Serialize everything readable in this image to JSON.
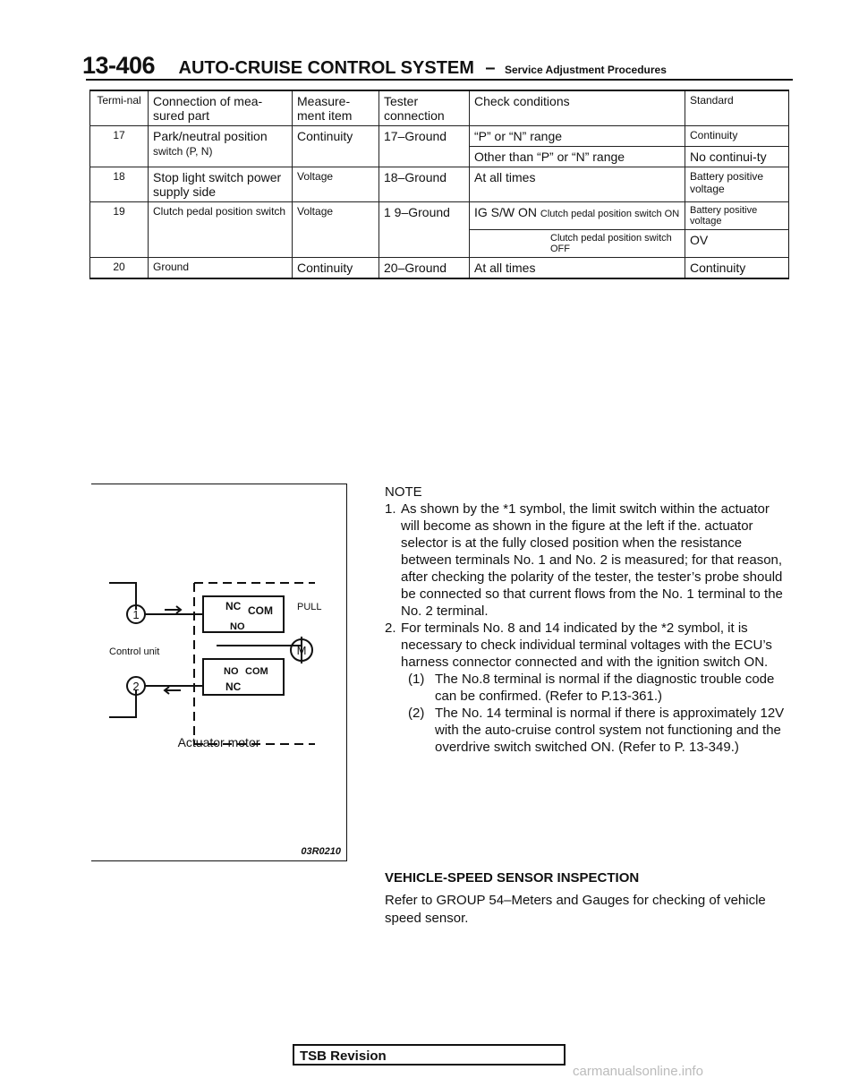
{
  "header": {
    "page_number": "13-406",
    "title": "AUTO-CRUISE CONTROL SYSTEM",
    "dash": "–",
    "subtitle": "Service Adjustment Procedures"
  },
  "table": {
    "headers": {
      "terminal": "Termi-nal",
      "part": "Connection of mea-sured part",
      "item": "Measure-ment item",
      "tester": "Tester connection",
      "conditions": "Check conditions",
      "standard": "Standard"
    },
    "rows": [
      {
        "terminal": "17",
        "part": "Park/neutral position",
        "part2": "switch (P, N)",
        "item": "Continuity",
        "tester": "17–Ground",
        "condition": "“P” or “N” range",
        "standard": "Continuity",
        "condition2": "Other than “P” or “N” range",
        "standard2": "No continui-ty"
      },
      {
        "terminal": "18",
        "part": "Stop light switch power supply side",
        "item": "Voltage",
        "tester": "18–Ground",
        "condition": "At all times",
        "standard": "Battery positive voltage"
      },
      {
        "terminal": "19",
        "part": "Clutch pedal position switch",
        "item": "Voltage",
        "tester": "1 9–Ground",
        "condition": "IG S/W ON",
        "sub_on": "Clutch pedal position switch ON",
        "standard": "Battery positive voltage",
        "sub_off": "Clutch pedal position switch OFF",
        "standard2": "OV"
      },
      {
        "terminal": "20",
        "part": "Ground",
        "item": "Continuity",
        "tester": "20–Ground",
        "condition": "At all times",
        "standard": "Continuity"
      }
    ]
  },
  "figure": {
    "labels": {
      "terminal1": "1",
      "terminal2": "2",
      "control_unit": "Control unit",
      "pull": "PULL",
      "nc_top": "NC",
      "com_top": "COM",
      "no_top": "NO",
      "no_bot": "NO",
      "com_bot": "COM",
      "nc_bot": "NC",
      "motor": "M"
    },
    "caption": "Actuator motor",
    "code": "03R0210"
  },
  "notes": {
    "heading": "NOTE",
    "items": [
      {
        "n": "1.",
        "text": "As shown by the *1 symbol, the limit switch within the actuator will become as shown in the figure at the left if the. actuator selector is at the fully closed position when the resistance between terminals No. 1 and No. 2 is measured; for that reason, after checking the polarity of the tester, the tester’s probe should be connected so that current flows from the No. 1 terminal to the No. 2 terminal."
      },
      {
        "n": "2.",
        "text": "For terminals No. 8 and 14 indicated by the *2 symbol, it is necessary to check individual terminal voltages with the ECU’s harness connector connected and with the ignition switch ON."
      }
    ],
    "subitems": [
      {
        "n": "(1)",
        "text": "The No.8 terminal is normal if the diagnostic trouble code can be confirmed. (Refer to P.13-361.)"
      },
      {
        "n": "(2)",
        "text": "The No. 14 terminal is normal if there is approximately 12V with the auto-cruise control system not functioning and the overdrive switch switched ON. (Refer to P. 13-349.)"
      }
    ]
  },
  "vss": {
    "heading": "VEHICLE-SPEED SENSOR INSPECTION",
    "body": "Refer to GROUP 54–Meters and Gauges for checking of vehicle speed sensor."
  },
  "footer": {
    "tsb": "TSB Revision",
    "watermark": "carmanualsonline.info"
  }
}
